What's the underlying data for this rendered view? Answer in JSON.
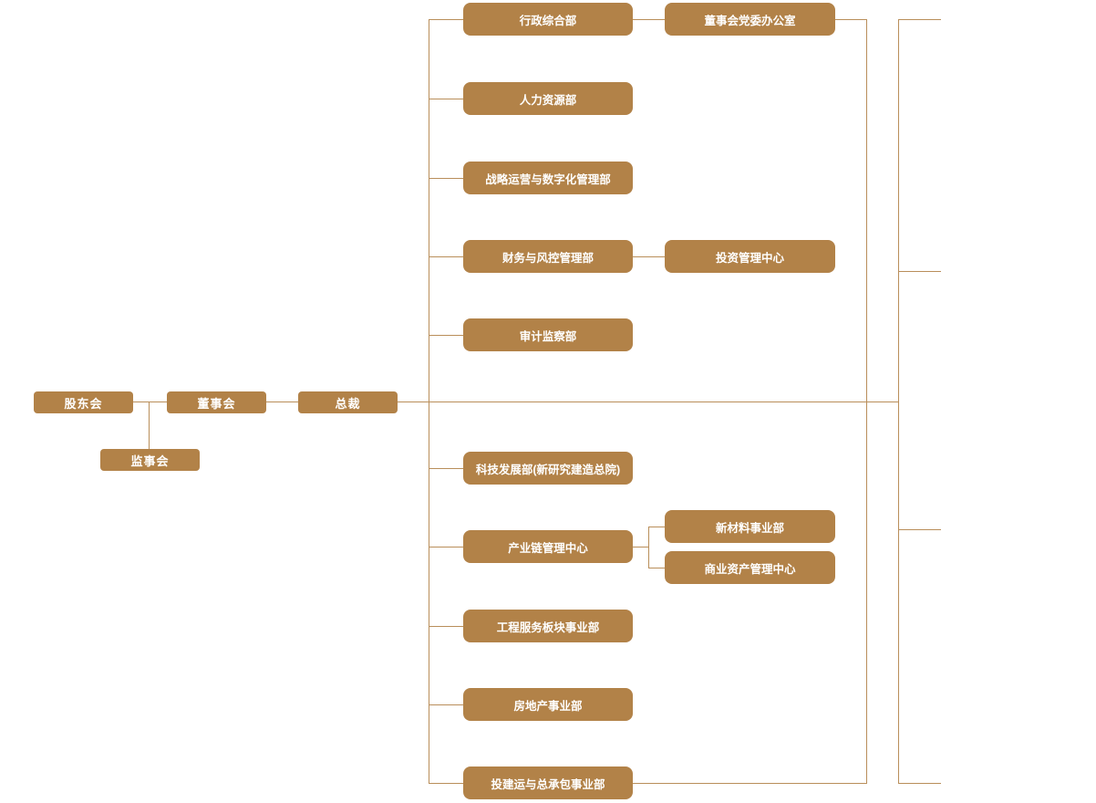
{
  "palette": {
    "node_bg": "#b28248",
    "node_text": "#ffffff",
    "line": "#b98e5a"
  },
  "governance": [
    {
      "id": "shareholders",
      "label": "股东会"
    },
    {
      "id": "board",
      "label": "董事会"
    },
    {
      "id": "president",
      "label": "总裁"
    },
    {
      "id": "supervisory",
      "label": "监事会"
    }
  ],
  "departments": [
    {
      "id": "admin",
      "label": "行政综合部"
    },
    {
      "id": "hr",
      "label": "人力资源部"
    },
    {
      "id": "strategy-digital",
      "label": "战略运营与数字化管理部"
    },
    {
      "id": "finance-risk",
      "label": "财务与风控管理部"
    },
    {
      "id": "audit",
      "label": "审计监察部"
    },
    {
      "id": "tech-dev",
      "label": "科技发展部(新研究建造总院)"
    },
    {
      "id": "industry-chain",
      "label": "产业链管理中心"
    },
    {
      "id": "engineering-services",
      "label": "工程服务板块事业部"
    },
    {
      "id": "real-estate",
      "label": "房地产事业部"
    },
    {
      "id": "investment-epc",
      "label": "投建运与总承包事业部"
    }
  ],
  "sub_units": [
    {
      "id": "party-office",
      "label": "董事会党委办公室"
    },
    {
      "id": "investment-center",
      "label": "投资管理中心"
    },
    {
      "id": "new-materials",
      "label": "新材料事业部"
    },
    {
      "id": "commercial-assets",
      "label": "商业资产管理中心"
    }
  ],
  "edges": [
    {
      "from": "shareholders",
      "to": "board"
    },
    {
      "from": "board",
      "to": "president"
    },
    {
      "from": "shareholders",
      "to": "supervisory"
    },
    {
      "from": "president",
      "to": "admin"
    },
    {
      "from": "president",
      "to": "hr"
    },
    {
      "from": "president",
      "to": "strategy-digital"
    },
    {
      "from": "president",
      "to": "finance-risk"
    },
    {
      "from": "president",
      "to": "audit"
    },
    {
      "from": "president",
      "to": "tech-dev"
    },
    {
      "from": "president",
      "to": "industry-chain"
    },
    {
      "from": "president",
      "to": "engineering-services"
    },
    {
      "from": "president",
      "to": "real-estate"
    },
    {
      "from": "president",
      "to": "investment-epc"
    },
    {
      "from": "admin",
      "to": "party-office"
    },
    {
      "from": "finance-risk",
      "to": "investment-center"
    },
    {
      "from": "industry-chain",
      "to": "new-materials"
    },
    {
      "from": "industry-chain",
      "to": "commercial-assets"
    }
  ]
}
